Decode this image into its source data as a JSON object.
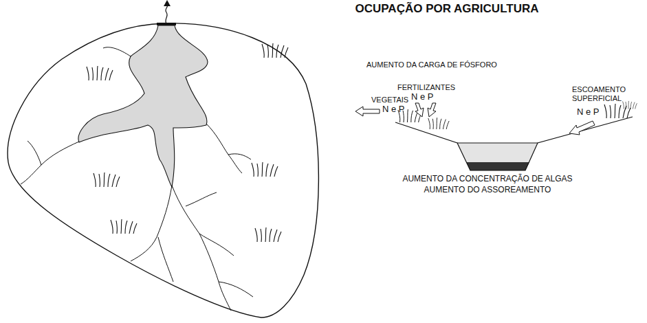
{
  "diagram": {
    "title": "OCUPAÇÃO POR AGRICULTURA",
    "labels": [
      "AUMENTO DA CARGA DE FÓSFORO",
      "FERTILIZANTES",
      "N e P",
      "VEGETAIS",
      "N e P",
      "ESCOAMENTO SUPERFICIAL",
      "N e P",
      "AUMENTO DA CONCENTRAÇÃO DE ALGAS",
      "AUMENTO DO ASSOREAMENTO"
    ]
  }
}
